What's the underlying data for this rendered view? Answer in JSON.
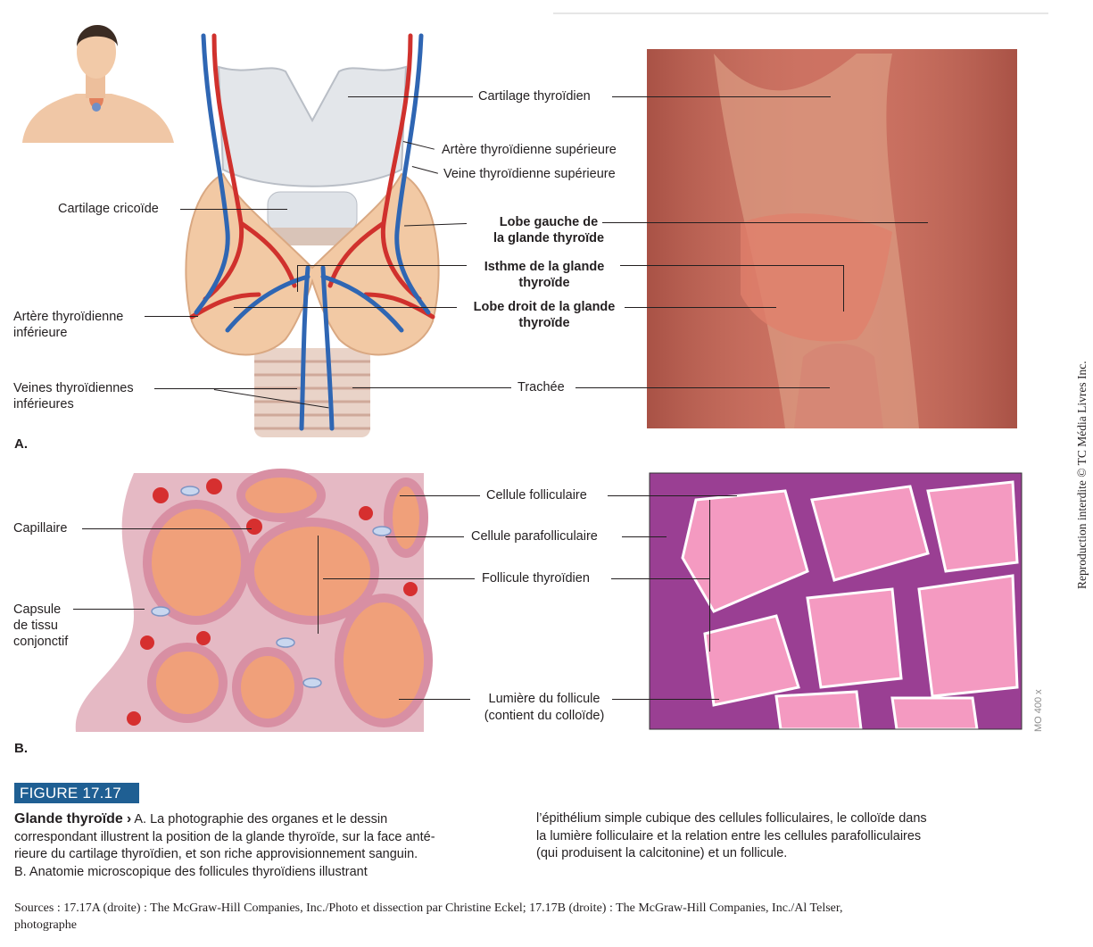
{
  "panel_a": {
    "letter": "A.",
    "labels": {
      "thyroid_cartilage": "Cartilage thyroïdien",
      "superior_artery": "Artère thyroïdienne supérieure",
      "superior_vein": "Veine thyroïdienne supérieure",
      "cricoid": "Cartilage cricoïde",
      "left_lobe_1": "Lobe gauche de",
      "left_lobe_2": "la glande thyroïde",
      "isthmus_1": "Isthme de la glande",
      "isthmus_2": "thyroïde",
      "inferior_artery_1": "Artère thyroïdienne",
      "inferior_artery_2": "inférieure",
      "right_lobe_1": "Lobe droit de la glande",
      "right_lobe_2": "thyroïde",
      "inferior_veins_1": "Veines thyroïdiennes",
      "inferior_veins_2": "inférieures",
      "trachea": "Trachée"
    }
  },
  "panel_b": {
    "letter": "B.",
    "labels": {
      "follicular_cell": "Cellule folliculaire",
      "capillary": "Capillaire",
      "parafollicular_cell": "Cellule parafolliculaire",
      "thyroid_follicle": "Follicule thyroïdien",
      "capsule_1": "Capsule",
      "capsule_2": "de tissu",
      "capsule_3": "conjonctif",
      "lumen_1": "Lumière du follicule",
      "lumen_2": "(contient du colloïde)"
    },
    "magnification": "MO 400 x"
  },
  "figure": {
    "badge": "FIGURE 17.17",
    "title": "Glande thyroïde",
    "arrow": "›",
    "caption_left": [
      "A. La photographie des organes et le dessin",
      "correspondant illustrent la position de la glande thyroïde, sur la face anté-",
      "rieure du cartilage thyroïdien, et son riche approvisionnement sanguin.",
      "B. Anatomie microscopique des follicules thyroïdiens illustrant"
    ],
    "caption_right": [
      "l’épithélium simple cubique des cellules folliculaires, le colloïde dans",
      "la lumière folliculaire et la relation entre les cellules parafolliculaires",
      "(qui produisent la calcitonine) et un follicule."
    ],
    "sources_1": "Sources : 17.17A (droite) : The McGraw-Hill Companies, Inc./Photo et dissection par Christine Eckel; 17.17B (droite) : The McGraw-Hill Companies, Inc./Al Telser,",
    "sources_2": "photographe",
    "copyright": "Reproduction interdite © TC Média Livres Inc."
  },
  "colors": {
    "badge": "#1f5f93",
    "artery": "#d0312d",
    "vein": "#2f66b3",
    "gland": "#f2c9a4",
    "colloid": "#f0a07a",
    "histo_colloid": "#f49ac1",
    "histo_cells": "#7b3c8e"
  }
}
